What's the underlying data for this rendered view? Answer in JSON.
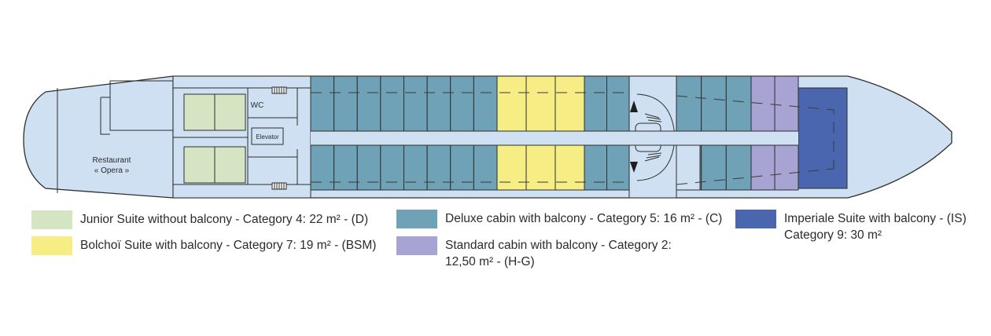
{
  "labels": {
    "wc": "WC",
    "elevator": "Elevator",
    "restaurant_line1": "Restaurant",
    "restaurant_line2": "« Opera »"
  },
  "legend": [
    {
      "id": "junior",
      "color": "#d5e5c4",
      "lines": [
        "Junior Suite without balcony - Category 4: 22 m² - (D)"
      ]
    },
    {
      "id": "deluxe",
      "color": "#6fa2b6",
      "lines": [
        "Deluxe cabin with balcony - Category 5: 16 m² - (C)"
      ]
    },
    {
      "id": "imperiale",
      "color": "#4a66af",
      "lines": [
        "Imperiale Suite with balcony - (IS)",
        "Category 9: 30 m²"
      ]
    },
    {
      "id": "bolchoi",
      "color": "#f6ee85",
      "lines": [
        "Bolchoï Suite with balcony - Category 7: 19 m² - (BSM)"
      ]
    },
    {
      "id": "standard",
      "color": "#a7a3d2",
      "lines": [
        "Standard cabin with balcony - Category 2:",
        "12,50 m² - (H-G)"
      ]
    }
  ],
  "colors": {
    "hull": "#cfe0f3",
    "line": "#2e2e2e",
    "junior": "#d5e5c4",
    "deluxe": "#6fa2b6",
    "bolchoi": "#f6ee85",
    "standard": "#a7a3d2",
    "imperiale": "#4a66af"
  }
}
